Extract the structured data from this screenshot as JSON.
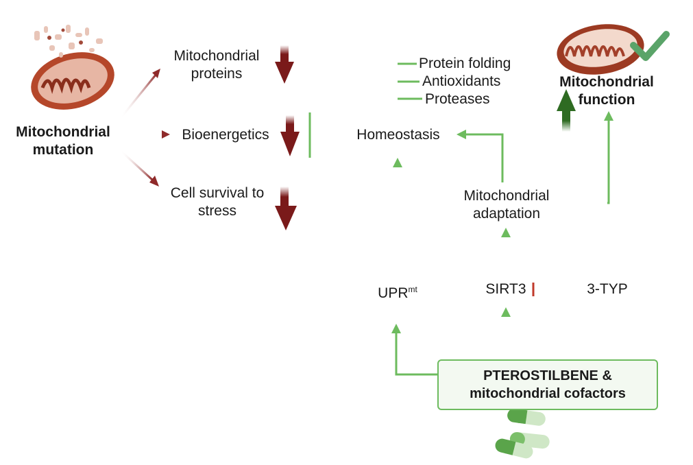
{
  "colors": {
    "inhibit_red": "#7a1a1a",
    "arrow_red": "#8f2a2a",
    "green": "#6dbb5e",
    "dark_green": "#2e6b22",
    "check_green": "#5aa469",
    "mito_brown": "#b5472a"
  },
  "left": {
    "source": {
      "line1": "Mitochondrial",
      "line2": "mutation"
    },
    "effects": [
      {
        "line1": "Mitochondrial",
        "line2": "proteins",
        "trend": "down"
      },
      {
        "line1": "Bioenergetics",
        "line2": "",
        "trend": "down"
      },
      {
        "line1": "Cell survival to",
        "line2": "stress",
        "trend": "down"
      }
    ]
  },
  "center": {
    "homeostasis": "Homeostasis",
    "branches": [
      "Protein folding",
      "Antioxidants",
      "Proteases"
    ],
    "upr": "UPR",
    "upr_sup": "mt"
  },
  "right": {
    "function": {
      "line1": "Mitochondrial",
      "line2": "function",
      "trend": "up",
      "status": "check"
    },
    "adaptation": {
      "line1": "Mitochondrial",
      "line2": "adaptation"
    },
    "sirt3": "SIRT3",
    "inhibitor": "3-TYP"
  },
  "treatment": {
    "line1": "PTEROSTILBENE &",
    "line2": "mitochondrial cofactors",
    "icon": "capsules-icon"
  }
}
